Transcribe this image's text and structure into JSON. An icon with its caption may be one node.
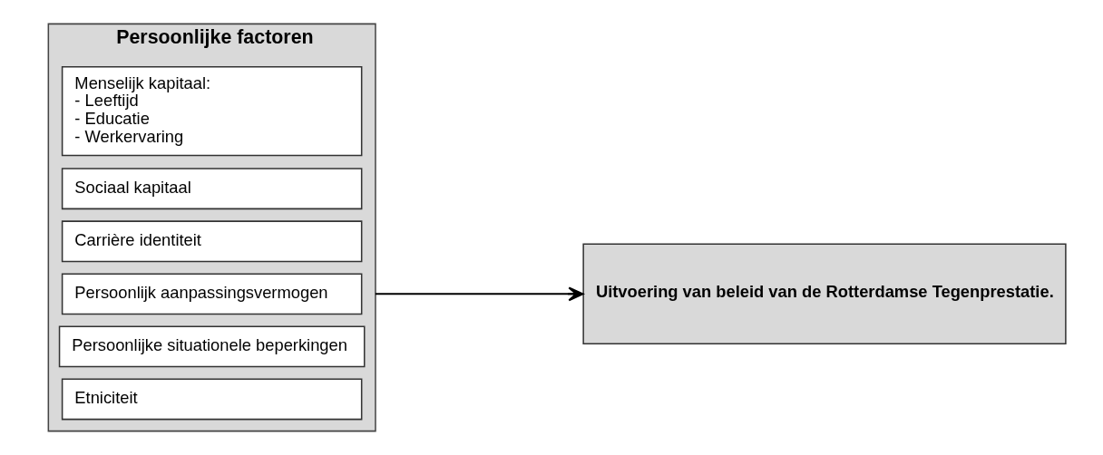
{
  "diagram": {
    "nodes": [
      {
        "text": [
          "Persoonlijke factoren"
        ]
      },
      {
        "text": [
          "Menselijk kapitaal:",
          "- Leeftijd",
          "- Educatie",
          "- Werkervaring"
        ],
        "in": 0
      },
      {
        "text": [
          "Sociaal kapitaal"
        ],
        "in": 0
      },
      {
        "text": [
          "Carrière identiteit"
        ],
        "in": 0
      },
      {
        "text": [
          "Persoonlijk aanpassingsvermogen"
        ],
        "in": 0
      },
      {
        "text": [
          "Persoonlijke situationele beperkingen"
        ],
        "in": 0
      },
      {
        "text": [
          "Etniciteit"
        ],
        "in": 0
      },
      {
        "text": [
          "Uitvoering van beleid van de Rotterdamse Tegenprestatie."
        ]
      }
    ],
    "edges": [
      {
        "from": 0,
        "to": 7,
        "arrow": "to"
      }
    ]
  }
}
